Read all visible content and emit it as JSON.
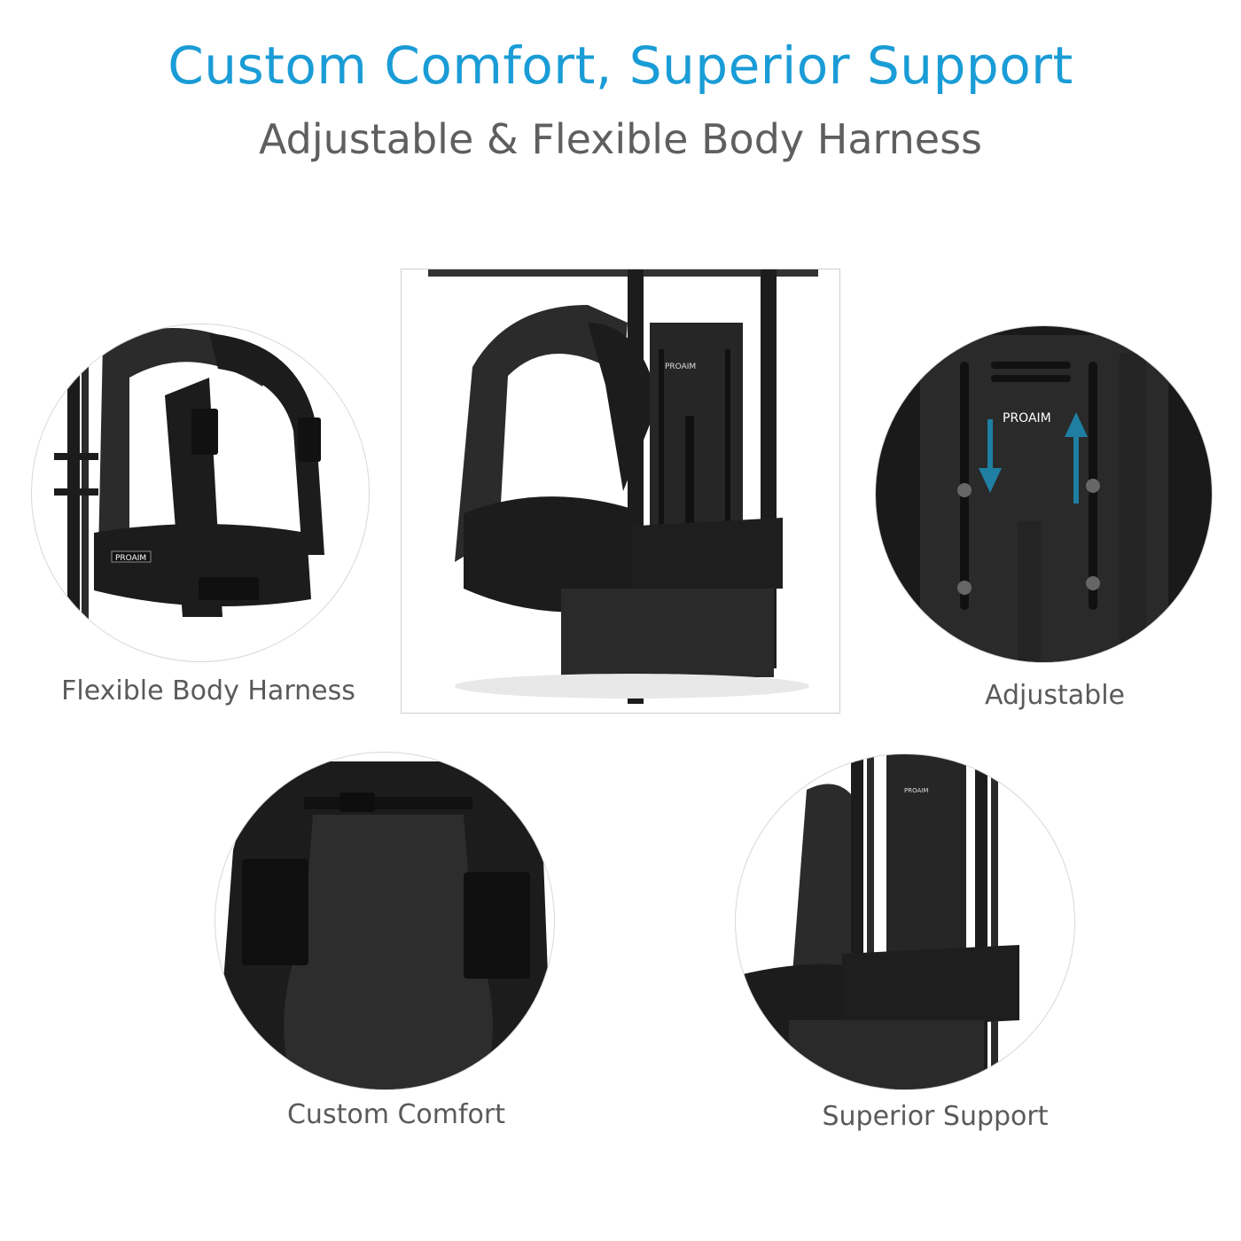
{
  "header": {
    "title": "Custom Comfort, Superior Support",
    "subtitle": "Adjustable & Flexible Body Harness",
    "title_color": "#1a9cd6",
    "subtitle_color": "#5f5f5f"
  },
  "features": [
    {
      "label": "Flexible Body Harness",
      "image": "harness-side-closeup"
    },
    {
      "label": "Adjustable",
      "image": "back-plate-adjustment-closeup",
      "brand": "PROAIM",
      "arrow_color": "#1f7fa3"
    },
    {
      "label": "Custom Comfort",
      "image": "shoulder-buckles-closeup"
    },
    {
      "label": "Superior Support",
      "image": "support-rods-closeup"
    }
  ],
  "center_image": {
    "image": "full-harness-back-view",
    "brand": "PROAIM"
  },
  "brand": {
    "logo_text": "PROAIM"
  }
}
